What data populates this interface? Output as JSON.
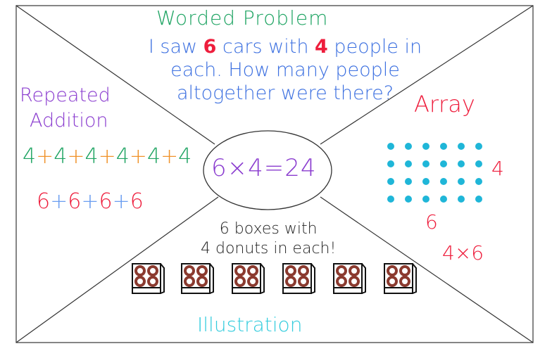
{
  "center_equation": "6×4=24",
  "worded_problem": {
    "title": "Worded Problem",
    "line1_a": "I saw ",
    "num1": "6",
    "line1_b": " cars with ",
    "num2": "4",
    "line1_c": " people in each. How many people altogether were there?"
  },
  "repeated_addition": {
    "title_line1": "Repeated",
    "title_line2": "Addition",
    "sum_fours": [
      "4",
      "+",
      "4",
      "+",
      "4",
      "+",
      "4",
      "+",
      "4",
      "+",
      "4"
    ],
    "sum_sixes": [
      "6",
      "+",
      "6",
      "+",
      "6",
      "+",
      "6"
    ]
  },
  "array": {
    "title": "Array",
    "rows": 4,
    "cols": 6,
    "row_label": "4",
    "col_label": "6",
    "expression": "4×6",
    "dot_color": "#1fb6d8"
  },
  "illustration": {
    "title": "Illustration",
    "caption_line1": "6 boxes with",
    "caption_line2": "4 donuts in each!",
    "box_count": 6,
    "donuts_per_box": 4,
    "donut_color": "#8b3a2f"
  }
}
